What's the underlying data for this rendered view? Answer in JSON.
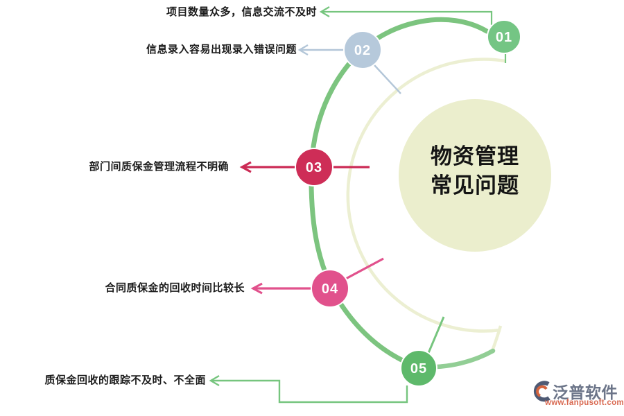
{
  "title": {
    "line1": "物资管理",
    "line2": "常见问题"
  },
  "items": [
    {
      "id": "01",
      "label": "项目数量众多，信息交流不及时",
      "color": "#74c584"
    },
    {
      "id": "02",
      "label": "信息录入容易出现录入错误问题",
      "color": "#b6c9db"
    },
    {
      "id": "03",
      "label": "部门间质保金管理流程不明确",
      "color": "#ce2d57"
    },
    {
      "id": "04",
      "label": "合同质保金的回收时间比较长",
      "color": "#e1518c"
    },
    {
      "id": "05",
      "label": "质保金回收的跟踪不及时、不全面",
      "color": "#5eb96b"
    }
  ],
  "colors": {
    "main_arc": "#7cc47f",
    "tail_arc": "#92ce95",
    "pale_arc": "#ecefd2",
    "center_fill": "#ebeecd",
    "green_line": "#76c57e",
    "blue_line": "#b3c6d8",
    "red_line": "#cb2a54",
    "pink_line": "#e1518c"
  },
  "watermark": {
    "name": "泛普软件",
    "url": "www.fanpusoft.com"
  }
}
